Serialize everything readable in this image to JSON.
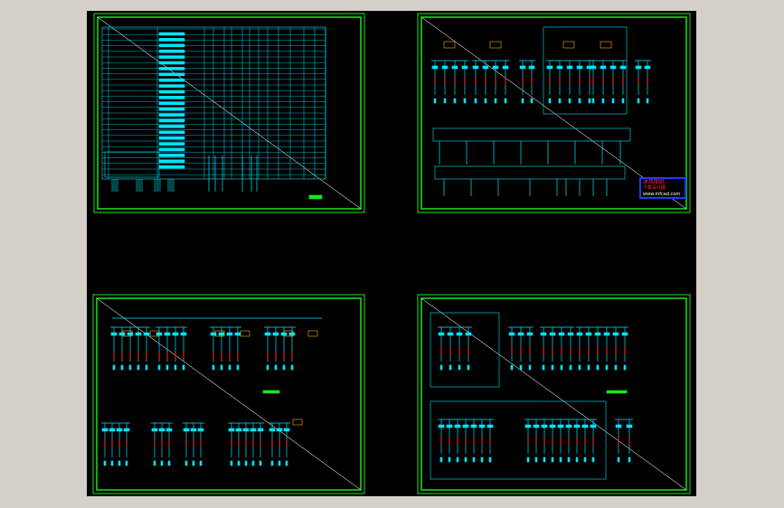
{
  "viewer": {
    "background": "#d4d0c8",
    "canvas_background": "#000000"
  },
  "colors": {
    "border": "#19e619",
    "cad_lines": "#00e5ff",
    "cad_red": "#ff2020",
    "cad_label": "#19e619",
    "stamp_border": "#1d3bff"
  },
  "sheets": [
    {
      "id": "sheet-1",
      "content": "schedule-table"
    },
    {
      "id": "sheet-2",
      "content": "distribution-diagrams"
    },
    {
      "id": "sheet-3",
      "content": "distribution-diagrams"
    },
    {
      "id": "sheet-4",
      "content": "distribution-diagrams"
    }
  ],
  "stamp": {
    "line1": "沐风图纸",
    "line2": "下载设计图",
    "line3": "www.mfcad.com"
  }
}
